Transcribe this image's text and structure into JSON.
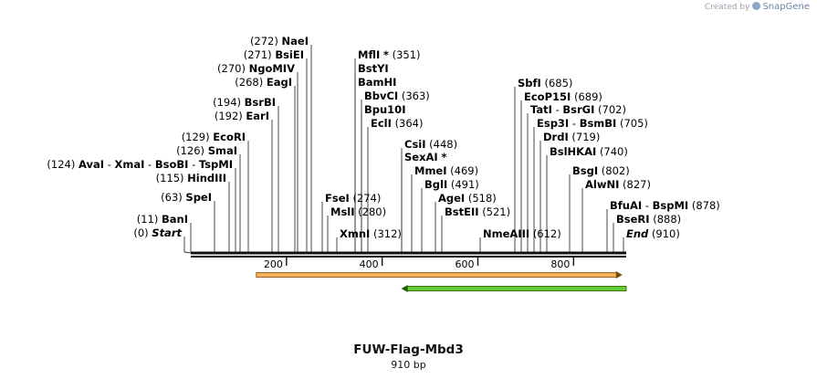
{
  "map": {
    "title": "FUW-Flag-Mbd3",
    "subtitle": "910 bp",
    "length": 910,
    "axis_ticks": [
      {
        "value": 200,
        "label": "200"
      },
      {
        "value": 400,
        "label": "400"
      },
      {
        "value": 600,
        "label": "600"
      },
      {
        "value": 800,
        "label": "800"
      }
    ],
    "features": [
      {
        "name": "orange-arrow",
        "start": 137,
        "end": 902,
        "direction": "forward",
        "color": "#f4b25a",
        "edge": "#7a4a00"
      },
      {
        "name": "green-arrow",
        "start": 440,
        "end": 910,
        "direction": "reverse",
        "color": "#66cc33",
        "edge": "#1d5e00"
      }
    ],
    "sites": [
      {
        "text": "(272)  NaeI",
        "pos": 272
      },
      {
        "text": "(271)  BsiEI",
        "pos": 271
      },
      {
        "text": "(270)  NgoMIV",
        "pos": 270
      },
      {
        "text": "(268)  EagI",
        "pos": 268
      },
      {
        "text": "(194)  BsrBI",
        "pos": 194
      },
      {
        "text": "(192)  EarI",
        "pos": 192
      },
      {
        "text": "(129)  EcoRI",
        "pos": 129
      },
      {
        "text": "(126)  SmaI",
        "pos": 126
      },
      {
        "text": "(124)  AvaI  - XmaI  - BsoBI  - TspMI",
        "pos": 124
      },
      {
        "text": "(115)  HindIII",
        "pos": 115
      },
      {
        "text": "(63)  SpeI",
        "pos": 63
      },
      {
        "text": "(11)  BanI",
        "pos": 11
      },
      {
        "text": "(0)  Start",
        "pos": 0
      },
      {
        "text": "MflI *  (351)",
        "pos": 351
      },
      {
        "text": "BstYI",
        "pos": 351
      },
      {
        "text": "BamHI",
        "pos": 351
      },
      {
        "text": "BbvCI  (363)",
        "pos": 363
      },
      {
        "text": "Bpu10I",
        "pos": 363
      },
      {
        "text": "EclI  (364)",
        "pos": 364
      },
      {
        "text": "FseI  (274)",
        "pos": 274
      },
      {
        "text": "MslI  (280)",
        "pos": 280
      },
      {
        "text": "XmnI  (312)",
        "pos": 312
      },
      {
        "text": "CsiI  (448)",
        "pos": 448
      },
      {
        "text": "SexAI *",
        "pos": 448
      },
      {
        "text": "MmeI  (469)",
        "pos": 469
      },
      {
        "text": "BglI  (491)",
        "pos": 491
      },
      {
        "text": "AgeI  (518)",
        "pos": 518
      },
      {
        "text": "BstEII  (521)",
        "pos": 521
      },
      {
        "text": "NmeAIII  (612)",
        "pos": 612
      },
      {
        "text": "SbfI  (685)",
        "pos": 685
      },
      {
        "text": "EcoP15I  (689)",
        "pos": 689
      },
      {
        "text": "TatI  - BsrGI  (702)",
        "pos": 702
      },
      {
        "text": "Esp3I  - BsmBI  (705)",
        "pos": 705
      },
      {
        "text": "DrdI  (719)",
        "pos": 719
      },
      {
        "text": "BslHKAI  (740)",
        "pos": 740
      },
      {
        "text": "BsgI  (802)",
        "pos": 802
      },
      {
        "text": "AlwNI  (827)",
        "pos": 827
      },
      {
        "text": "BfuAI  - BspMI  (878)",
        "pos": 878
      },
      {
        "text": "BseRI  (888)",
        "pos": 888
      },
      {
        "text": "End  (910)",
        "pos": 910
      }
    ]
  },
  "watermark": {
    "created_by": "Created by",
    "brand": "SnapGene"
  }
}
